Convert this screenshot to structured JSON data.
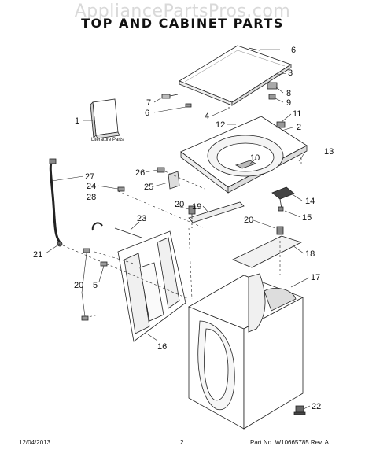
{
  "watermark": "AppliancePartsPros.com",
  "title": "TOP AND CABINET PARTS",
  "literature_label": "Literature Parts",
  "part_labels": [
    "1",
    "2",
    "3",
    "4",
    "5",
    "6",
    "6",
    "7",
    "8",
    "9",
    "10",
    "11",
    "12",
    "13",
    "14",
    "15",
    "16",
    "17",
    "18",
    "19",
    "20",
    "20",
    "20",
    "21",
    "22",
    "23",
    "24",
    "25",
    "26",
    "27",
    "28"
  ],
  "footer": {
    "date": "12/04/2013",
    "page": "2",
    "part_no": "Part No. W10665785  Rev. A"
  }
}
